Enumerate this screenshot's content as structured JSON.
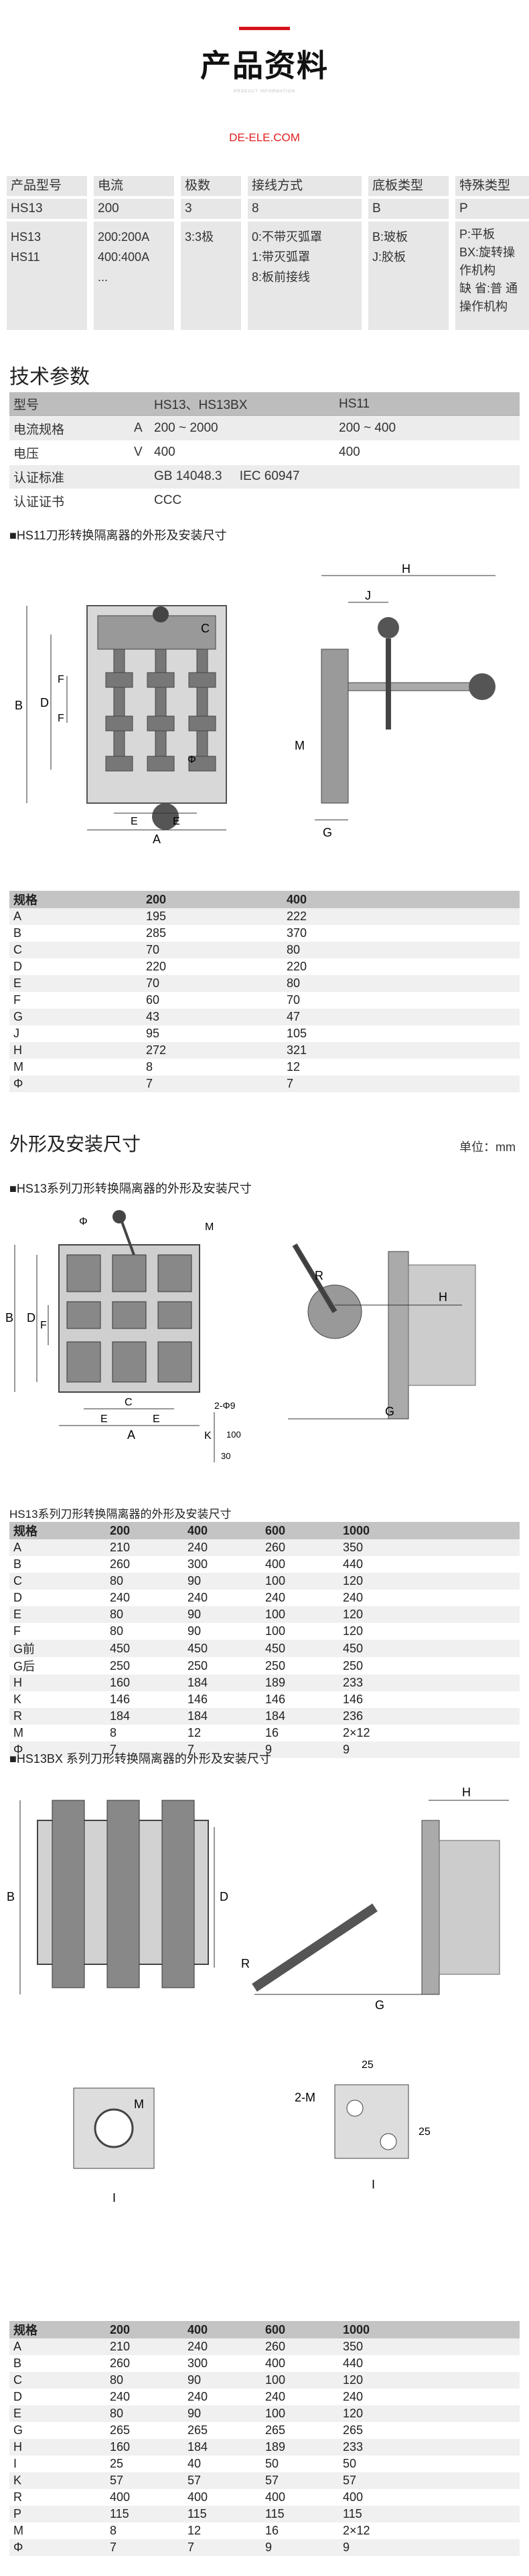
{
  "header": {
    "title": "产品资料",
    "subtitle": "PRODUCT INFORMATION",
    "site": "DE-ELE.COM"
  },
  "model_code": {
    "columns": [
      {
        "head": "产品型号",
        "value": "HS13",
        "options": [
          "HS13",
          "HS11"
        ]
      },
      {
        "head": "电流",
        "value": "200",
        "options": [
          "200:200A",
          "400:400A",
          "..."
        ]
      },
      {
        "head": "极数",
        "value": "3",
        "options": [
          "3:3极"
        ]
      },
      {
        "head": "接线方式",
        "value": "8",
        "options": [
          "0:不带灭弧罩",
          "1:带灭弧罩",
          "8:板前接线"
        ]
      },
      {
        "head": "底板类型",
        "value": "B",
        "options": [
          "B:玻板",
          "J:胶板"
        ]
      },
      {
        "head": "特殊类型",
        "value": "P",
        "options": [
          "P:平板",
          "BX:旋转操",
          "作机构",
          "缺 省:普 通",
          "操作机构"
        ]
      }
    ]
  },
  "tech": {
    "title": "技术参数",
    "rows": [
      [
        "型号",
        "",
        "HS13、HS13BX",
        "HS11"
      ],
      [
        "电流规格",
        "A",
        "200 ~ 2000",
        "200 ~ 400"
      ],
      [
        "电压",
        "V",
        "400",
        "400"
      ],
      [
        "认证标准",
        "",
        "GB 14048.3     IEC 60947",
        ""
      ],
      [
        "认证证书",
        "",
        "CCC",
        ""
      ]
    ]
  },
  "hs11": {
    "caption": "■HS11刀形转换隔离器的外形及安装尺寸",
    "labels": {
      "B": "B",
      "C": "C",
      "D": "D",
      "F": "F",
      "E": "E",
      "A": "A",
      "H": "H",
      "J": "J",
      "G": "G",
      "M": "M",
      "phi": "Φ"
    },
    "table": {
      "head": [
        "规格",
        "200",
        "400"
      ],
      "rows": [
        [
          "A",
          "195",
          "222"
        ],
        [
          "B",
          "285",
          "370"
        ],
        [
          "C",
          "70",
          "80"
        ],
        [
          "D",
          "220",
          "220"
        ],
        [
          "E",
          "70",
          "80"
        ],
        [
          "F",
          "60",
          "70"
        ],
        [
          "G",
          "43",
          "47"
        ],
        [
          "J",
          "95",
          "105"
        ],
        [
          "H",
          "272",
          "321"
        ],
        [
          "M",
          "8",
          "12"
        ],
        [
          "Φ",
          "7",
          "7"
        ]
      ]
    }
  },
  "outline": {
    "title": "外形及安装尺寸",
    "unit": "单位：mm"
  },
  "hs13": {
    "caption": "■HS13系列刀形转换隔离器的外形及安装尺寸",
    "labels": {
      "phi": "Φ",
      "M": "M",
      "B": "B",
      "D": "D",
      "F": "F",
      "C": "C",
      "E": "E",
      "A": "A",
      "R": "R",
      "H": "H",
      "G": "G",
      "K": "K",
      "hole": "2-Φ9",
      "d100": "100",
      "d30": "30"
    },
    "table_title": "HS13系列刀形转换隔离器的外形及安装尺寸",
    "table": {
      "head": [
        "规格",
        "200",
        "400",
        "600",
        "1000"
      ],
      "rows": [
        [
          "A",
          "210",
          "240",
          "260",
          "350"
        ],
        [
          "B",
          "260",
          "300",
          "400",
          "440"
        ],
        [
          "C",
          "80",
          "90",
          "100",
          "120"
        ],
        [
          "D",
          "240",
          "240",
          "240",
          "240"
        ],
        [
          "E",
          "80",
          "90",
          "100",
          "120"
        ],
        [
          "F",
          "80",
          "90",
          "100",
          "120"
        ],
        [
          "G前",
          "450",
          "450",
          "450",
          "450"
        ],
        [
          "G后",
          "250",
          "250",
          "250",
          "250"
        ],
        [
          "H",
          "160",
          "184",
          "189",
          "233"
        ],
        [
          "K",
          "146",
          "146",
          "146",
          "146"
        ],
        [
          "R",
          "184",
          "184",
          "184",
          "236"
        ],
        [
          "M",
          "8",
          "12",
          "16",
          "2×12"
        ],
        [
          "Φ",
          "7",
          "7",
          "9",
          "9"
        ]
      ]
    }
  },
  "hs13bx": {
    "caption": "■HS13BX 系列刀形转换隔离器的外形及安装尺寸",
    "labels": {
      "B": "B",
      "D": "D",
      "R": "R",
      "H": "H",
      "G": "G",
      "M": "M",
      "M2": "2-M",
      "I": "I",
      "d25a": "25",
      "d25b": "25"
    },
    "table": {
      "head": [
        "规格",
        "200",
        "400",
        "600",
        "1000"
      ],
      "rows": [
        [
          "A",
          "210",
          "240",
          "260",
          "350"
        ],
        [
          "B",
          "260",
          "300",
          "400",
          "440"
        ],
        [
          "C",
          "80",
          "90",
          "100",
          "120"
        ],
        [
          "D",
          "240",
          "240",
          "240",
          "240"
        ],
        [
          "E",
          "80",
          "90",
          "100",
          "120"
        ],
        [
          "G",
          "265",
          "265",
          "265",
          "265"
        ],
        [
          "H",
          "160",
          "184",
          "189",
          "233"
        ],
        [
          "I",
          "25",
          "40",
          "50",
          "50"
        ],
        [
          "K",
          "57",
          "57",
          "57",
          "57"
        ],
        [
          "R",
          "400",
          "400",
          "400",
          "400"
        ],
        [
          "P",
          "115",
          "115",
          "115",
          "115"
        ],
        [
          "M",
          "8",
          "12",
          "16",
          "2×12"
        ],
        [
          "Φ",
          "7",
          "7",
          "9",
          "9"
        ]
      ]
    }
  }
}
